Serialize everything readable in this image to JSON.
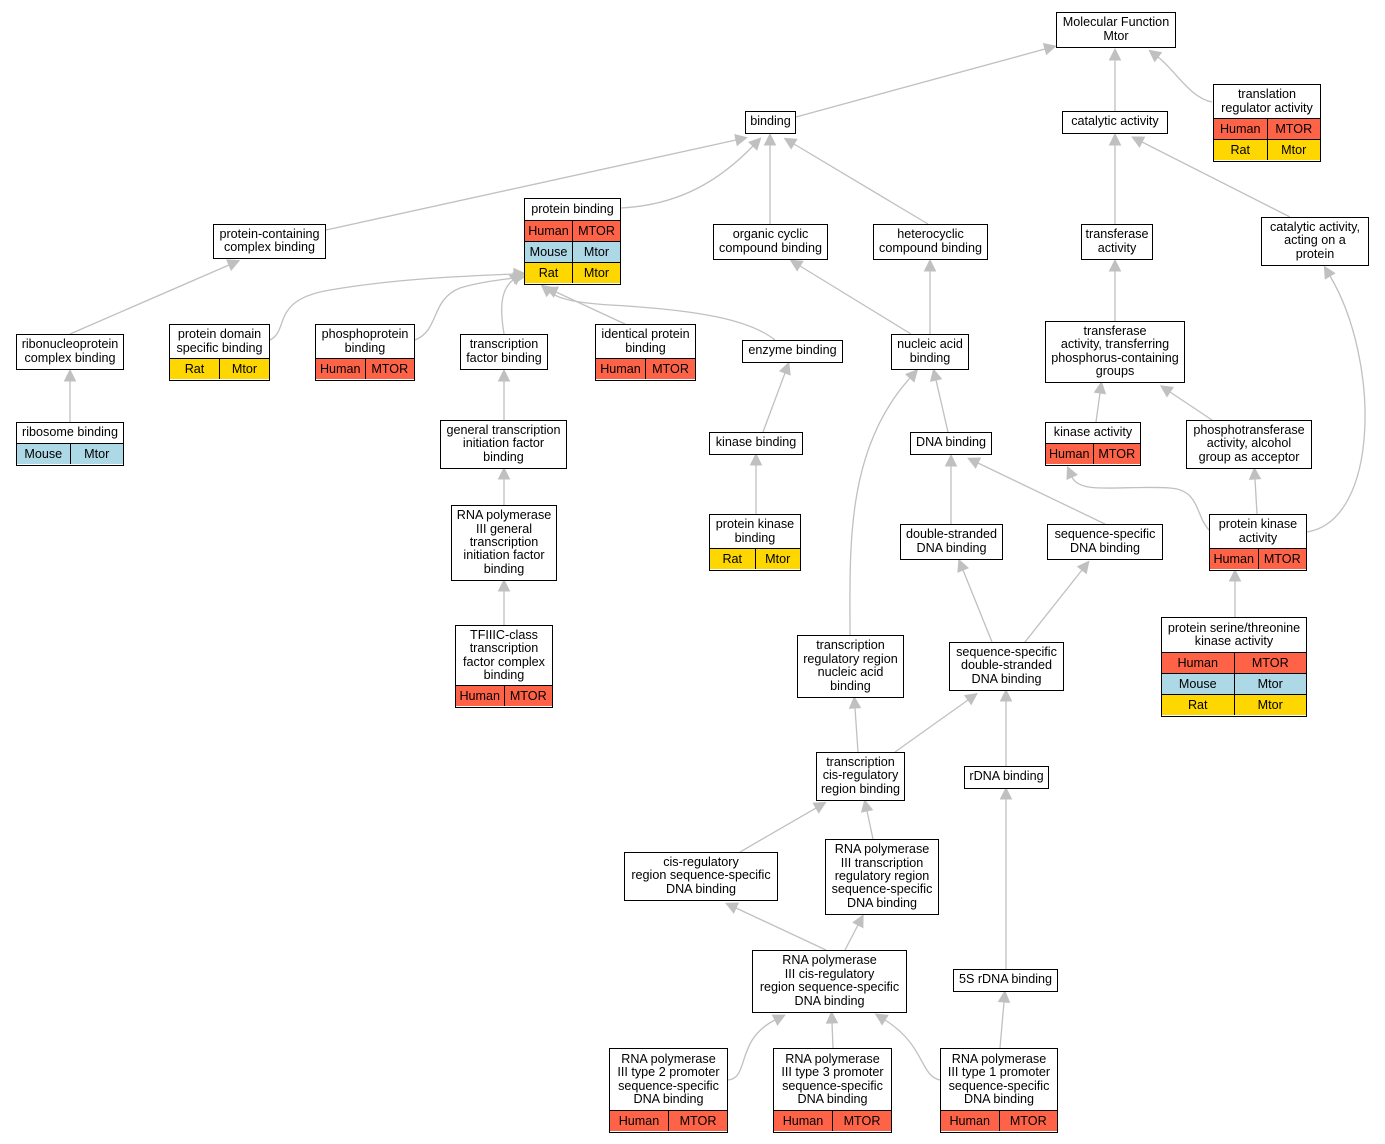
{
  "diagram": {
    "nodes": [
      {
        "id": "mf",
        "label": "Molecular Function\nMtor",
        "rows": []
      },
      {
        "id": "binding",
        "label": "binding",
        "rows": []
      },
      {
        "id": "catalytic",
        "label": "catalytic activity",
        "rows": []
      },
      {
        "id": "translation_reg",
        "label": "translation\nregulator activity",
        "rows": [
          [
            "Human",
            "MTOR"
          ],
          [
            "Rat",
            "Mtor"
          ]
        ]
      },
      {
        "id": "protein_containing",
        "label": "protein-containing\ncomplex binding",
        "rows": []
      },
      {
        "id": "protein_binding",
        "label": "protein binding",
        "rows": [
          [
            "Human",
            "MTOR"
          ],
          [
            "Mouse",
            "Mtor"
          ],
          [
            "Rat",
            "Mtor"
          ]
        ]
      },
      {
        "id": "organic_cyclic",
        "label": "organic cyclic\ncompound binding",
        "rows": []
      },
      {
        "id": "heterocyclic",
        "label": "heterocyclic\ncompound binding",
        "rows": []
      },
      {
        "id": "transferase",
        "label": "transferase\nactivity",
        "rows": []
      },
      {
        "id": "catalytic_protein",
        "label": "catalytic activity,\nacting on a\nprotein",
        "rows": []
      },
      {
        "id": "ribonucleoprotein",
        "label": "ribonucleoprotein\ncomplex binding",
        "rows": []
      },
      {
        "id": "domain_specific",
        "label": "protein domain\nspecific binding",
        "rows": [
          [
            "Rat",
            "Mtor"
          ]
        ]
      },
      {
        "id": "phosphoprotein",
        "label": "phosphoprotein\nbinding",
        "rows": [
          [
            "Human",
            "MTOR"
          ]
        ]
      },
      {
        "id": "tf_binding",
        "label": "transcription\nfactor binding",
        "rows": []
      },
      {
        "id": "identical_protein",
        "label": "identical protein\nbinding",
        "rows": [
          [
            "Human",
            "MTOR"
          ]
        ]
      },
      {
        "id": "enzyme_binding",
        "label": "enzyme binding",
        "rows": []
      },
      {
        "id": "nucleic_acid",
        "label": "nucleic acid\nbinding",
        "rows": []
      },
      {
        "id": "transferase_phos",
        "label": "transferase\nactivity, transferring\nphosphorus-containing\ngroups",
        "rows": []
      },
      {
        "id": "ribosome",
        "label": "ribosome binding",
        "rows": [
          [
            "Mouse",
            "Mtor"
          ]
        ]
      },
      {
        "id": "general_tif",
        "label": "general transcription\ninitiation factor\nbinding",
        "rows": []
      },
      {
        "id": "kinase_binding",
        "label": "kinase binding",
        "rows": []
      },
      {
        "id": "dna_binding",
        "label": "DNA binding",
        "rows": []
      },
      {
        "id": "kinase_activity",
        "label": "kinase activity",
        "rows": [
          [
            "Human",
            "MTOR"
          ]
        ]
      },
      {
        "id": "phosphotransferase",
        "label": "phosphotransferase\nactivity, alcohol\ngroup as acceptor",
        "rows": []
      },
      {
        "id": "rnap3_general",
        "label": "RNA polymerase\nIII general\ntranscription\ninitiation factor\nbinding",
        "rows": []
      },
      {
        "id": "protein_kinase_binding",
        "label": "protein kinase\nbinding",
        "rows": [
          [
            "Rat",
            "Mtor"
          ]
        ]
      },
      {
        "id": "ds_dna",
        "label": "double-stranded\nDNA binding",
        "rows": []
      },
      {
        "id": "ss_dna",
        "label": "sequence-specific\nDNA binding",
        "rows": []
      },
      {
        "id": "protein_kinase",
        "label": "protein kinase\nactivity",
        "rows": [
          [
            "Human",
            "MTOR"
          ]
        ]
      },
      {
        "id": "tfiiic",
        "label": "TFIIIC-class\ntranscription\nfactor complex\nbinding",
        "rows": [
          [
            "Human",
            "MTOR"
          ]
        ]
      },
      {
        "id": "tr_region",
        "label": "transcription\nregulatory region\nnucleic acid\nbinding",
        "rows": []
      },
      {
        "id": "ss_ds_dna",
        "label": "sequence-specific\ndouble-stranded\nDNA binding",
        "rows": []
      },
      {
        "id": "ser_thr",
        "label": "protein serine/threonine\nkinase activity",
        "rows": [
          [
            "Human",
            "MTOR"
          ],
          [
            "Mouse",
            "Mtor"
          ],
          [
            "Rat",
            "Mtor"
          ]
        ]
      },
      {
        "id": "tcis",
        "label": "transcription\ncis-regulatory\nregion binding",
        "rows": []
      },
      {
        "id": "rdna",
        "label": "rDNA binding",
        "rows": []
      },
      {
        "id": "cis_reg",
        "label": "cis-regulatory\nregion sequence-specific\nDNA binding",
        "rows": []
      },
      {
        "id": "rnap3_tr",
        "label": "RNA polymerase\nIII transcription\nregulatory region\nsequence-specific\nDNA binding",
        "rows": []
      },
      {
        "id": "rnap3_cis",
        "label": "RNA polymerase\nIII cis-regulatory\nregion sequence-specific\nDNA binding",
        "rows": []
      },
      {
        "id": "rdna5s",
        "label": "5S rDNA binding",
        "rows": []
      },
      {
        "id": "type2",
        "label": "RNA polymerase\nIII type 2 promoter\nsequence-specific\nDNA binding",
        "rows": [
          [
            "Human",
            "MTOR"
          ]
        ]
      },
      {
        "id": "type3",
        "label": "RNA polymerase\nIII type 3 promoter\nsequence-specific\nDNA binding",
        "rows": [
          [
            "Human",
            "MTOR"
          ]
        ]
      },
      {
        "id": "type1",
        "label": "RNA polymerase\nIII type 1 promoter\nsequence-specific\nDNA binding",
        "rows": [
          [
            "Human",
            "MTOR"
          ]
        ]
      }
    ],
    "edges": [
      {
        "from": "binding",
        "to": "mf"
      },
      {
        "from": "catalytic",
        "to": "mf"
      },
      {
        "from": "translation_reg",
        "to": "mf"
      },
      {
        "from": "protein_containing",
        "to": "binding"
      },
      {
        "from": "protein_binding",
        "to": "binding"
      },
      {
        "from": "organic_cyclic",
        "to": "binding"
      },
      {
        "from": "heterocyclic",
        "to": "binding"
      },
      {
        "from": "transferase",
        "to": "catalytic"
      },
      {
        "from": "catalytic_protein",
        "to": "catalytic"
      },
      {
        "from": "ribonucleoprotein",
        "to": "protein_containing"
      },
      {
        "from": "domain_specific",
        "to": "protein_binding"
      },
      {
        "from": "phosphoprotein",
        "to": "protein_binding"
      },
      {
        "from": "tf_binding",
        "to": "protein_binding"
      },
      {
        "from": "identical_protein",
        "to": "protein_binding"
      },
      {
        "from": "enzyme_binding",
        "to": "protein_binding"
      },
      {
        "from": "nucleic_acid",
        "to": "organic_cyclic"
      },
      {
        "from": "nucleic_acid",
        "to": "heterocyclic"
      },
      {
        "from": "transferase_phos",
        "to": "transferase"
      },
      {
        "from": "ribosome",
        "to": "ribonucleoprotein"
      },
      {
        "from": "general_tif",
        "to": "tf_binding"
      },
      {
        "from": "kinase_binding",
        "to": "enzyme_binding"
      },
      {
        "from": "dna_binding",
        "to": "nucleic_acid"
      },
      {
        "from": "tr_region",
        "to": "nucleic_acid"
      },
      {
        "from": "kinase_activity",
        "to": "transferase_phos"
      },
      {
        "from": "phosphotransferase",
        "to": "transferase_phos"
      },
      {
        "from": "rnap3_general",
        "to": "general_tif"
      },
      {
        "from": "protein_kinase_binding",
        "to": "kinase_binding"
      },
      {
        "from": "ds_dna",
        "to": "dna_binding"
      },
      {
        "from": "ss_dna",
        "to": "dna_binding"
      },
      {
        "from": "protein_kinase",
        "to": "kinase_activity"
      },
      {
        "from": "protein_kinase",
        "to": "phosphotransferase"
      },
      {
        "from": "protein_kinase",
        "to": "catalytic_protein"
      },
      {
        "from": "tfiiic",
        "to": "rnap3_general"
      },
      {
        "from": "ss_ds_dna",
        "to": "ds_dna"
      },
      {
        "from": "ss_ds_dna",
        "to": "ss_dna"
      },
      {
        "from": "ser_thr",
        "to": "protein_kinase"
      },
      {
        "from": "tcis",
        "to": "tr_region"
      },
      {
        "from": "tcis",
        "to": "ss_ds_dna"
      },
      {
        "from": "rdna",
        "to": "ss_ds_dna"
      },
      {
        "from": "cis_reg",
        "to": "tcis"
      },
      {
        "from": "rnap3_tr",
        "to": "tcis"
      },
      {
        "from": "rnap3_cis",
        "to": "cis_reg"
      },
      {
        "from": "rnap3_cis",
        "to": "rnap3_tr"
      },
      {
        "from": "rdna5s",
        "to": "rdna"
      },
      {
        "from": "type2",
        "to": "rnap3_cis"
      },
      {
        "from": "type3",
        "to": "rnap3_cis"
      },
      {
        "from": "type1",
        "to": "rnap3_cis"
      },
      {
        "from": "type1",
        "to": "rdna5s"
      }
    ]
  },
  "colors": {
    "Human": "#ff6347",
    "Mouse": "#add8e6",
    "Rat": "#ffd700",
    "edge": "#c0c0c0",
    "node_border": "#000000"
  }
}
